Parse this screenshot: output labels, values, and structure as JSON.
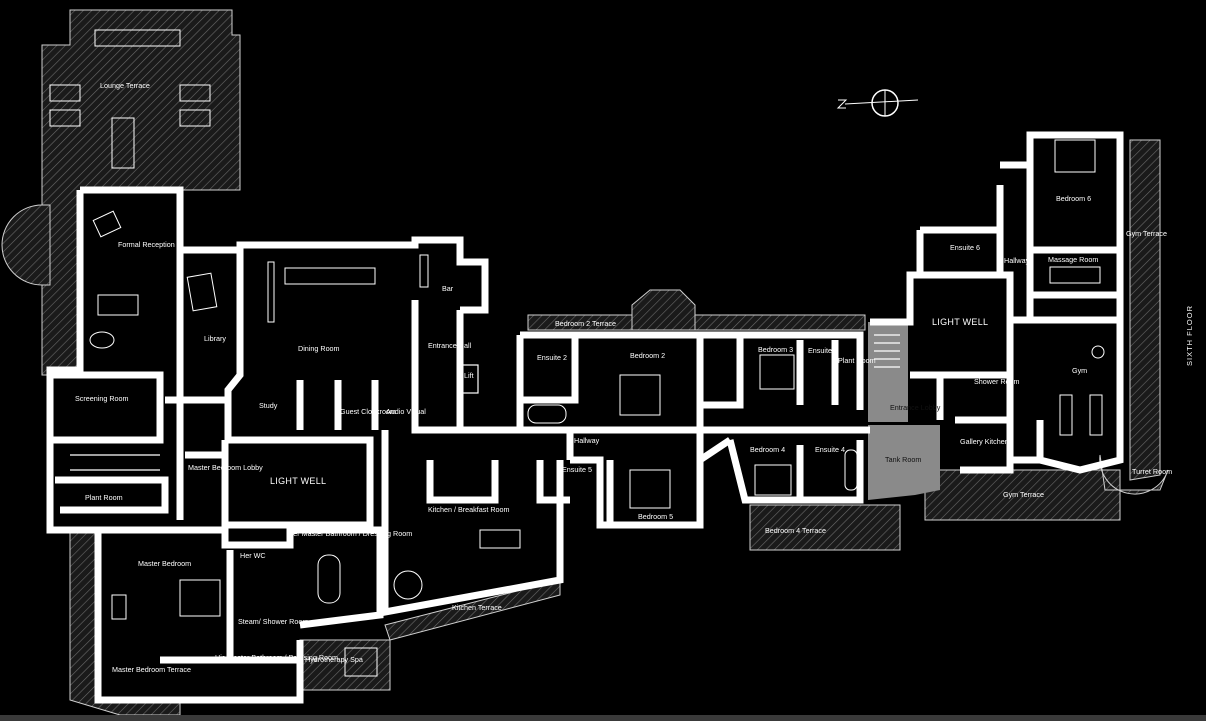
{
  "floor_label": "SIXTH FLOOR",
  "rooms": {
    "lounge_terrace": "Lounge Terrace",
    "formal_reception": "Formal Reception",
    "library": "Library",
    "dining_room": "Dining Room",
    "bar": "Bar",
    "entrance_hall": "Entrance Hall",
    "lift": "Lift",
    "study": "Study",
    "guest_cloakroom": "Guest Cloakroom",
    "audio_visual": "Audio Visual",
    "screening_room": "Screening Room",
    "master_bedroom_lobby": "Master Bedroom Lobby",
    "light_well_1": "LIGHT WELL",
    "plant_room_1": "Plant Room",
    "master_bedroom": "Master Bedroom",
    "her_wc": "Her WC",
    "her_master_bath": "Her Master Bathroom / Dressing Room",
    "steam_shower": "Steam/ Shower Room",
    "his_master_bath": "His Master Bathroom / Dressing Room",
    "hydrotherapy_spa": "Hydrotherapy Spa",
    "master_bedroom_terrace": "Master Bedroom Terrace",
    "kitchen_breakfast": "Kitchen / Breakfast Room",
    "kitchen_terrace": "Kitchen Terrace",
    "hallway_main": "Hallway",
    "bedroom_2_terrace": "Bedroom 2 Terrace",
    "ensuite_2": "Ensuite 2",
    "bedroom_2": "Bedroom 2",
    "bedroom_3": "Bedroom 3",
    "ensuite_3": "Ensuite 3",
    "plant_room_2": "Plant Room",
    "ensuite_5": "Ensuite 5",
    "bedroom_5": "Bedroom 5",
    "bedroom_4": "Bedroom 4",
    "ensuite_4": "Ensuite 4",
    "bedroom_4_terrace": "Bedroom 4 Terrace",
    "entrance_lobby": "Entrance Lobby",
    "tank_room": "Tank Room",
    "light_well_2": "LIGHT WELL",
    "shower_room": "Shower Room",
    "gallery_kitchen": "Gallery Kitchen",
    "gym_terrace_bottom": "Gym Terrace",
    "ensuite_6": "Ensuite 6",
    "hallway_east": "Hallway",
    "bedroom_6": "Bedroom 6",
    "massage_room": "Massage Room",
    "gym": "Gym",
    "gym_terrace_side": "Gym Terrace",
    "turret_room": "Turret Room"
  },
  "colors": {
    "background": "#000000",
    "walls": "#ffffff",
    "highlight_area": "#8a8a8a"
  },
  "icons": {
    "compass": "north-arrow-icon"
  }
}
